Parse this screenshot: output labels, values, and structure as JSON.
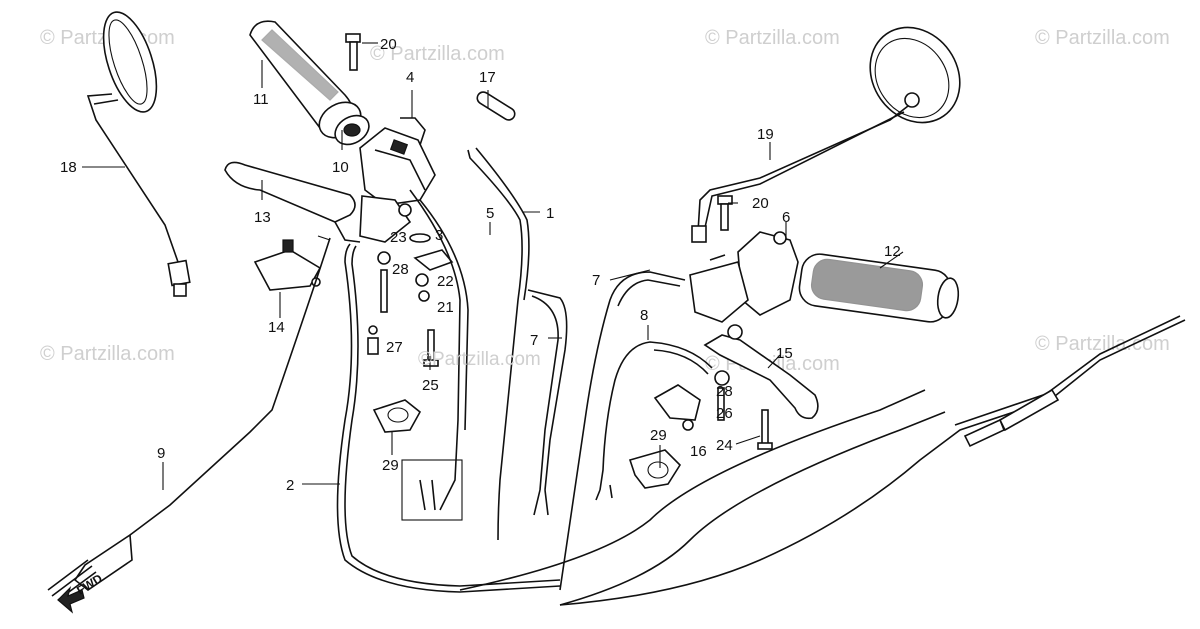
{
  "watermark": "© Partzilla.com",
  "watermark_mid": "©Partzilla.com",
  "fwd_label": "FWD",
  "callouts": {
    "c1": "1",
    "c2": "2",
    "c3": "3",
    "c4": "4",
    "c5": "5",
    "c6": "6",
    "c7a": "7",
    "c7b": "7",
    "c8": "8",
    "c9": "9",
    "c10": "10",
    "c11": "11",
    "c12": "12",
    "c13": "13",
    "c14": "14",
    "c15": "15",
    "c16": "16",
    "c17": "17",
    "c18": "18",
    "c19": "19",
    "c20a": "20",
    "c20b": "20",
    "c21": "21",
    "c22": "22",
    "c23": "23",
    "c24": "24",
    "c25": "25",
    "c26": "26",
    "c27": "27",
    "c28a": "28",
    "c28b": "28",
    "c29a": "29",
    "c29b": "29"
  },
  "colors": {
    "ink": "#111111",
    "watermark": "#cfcfcf",
    "background": "#ffffff"
  }
}
